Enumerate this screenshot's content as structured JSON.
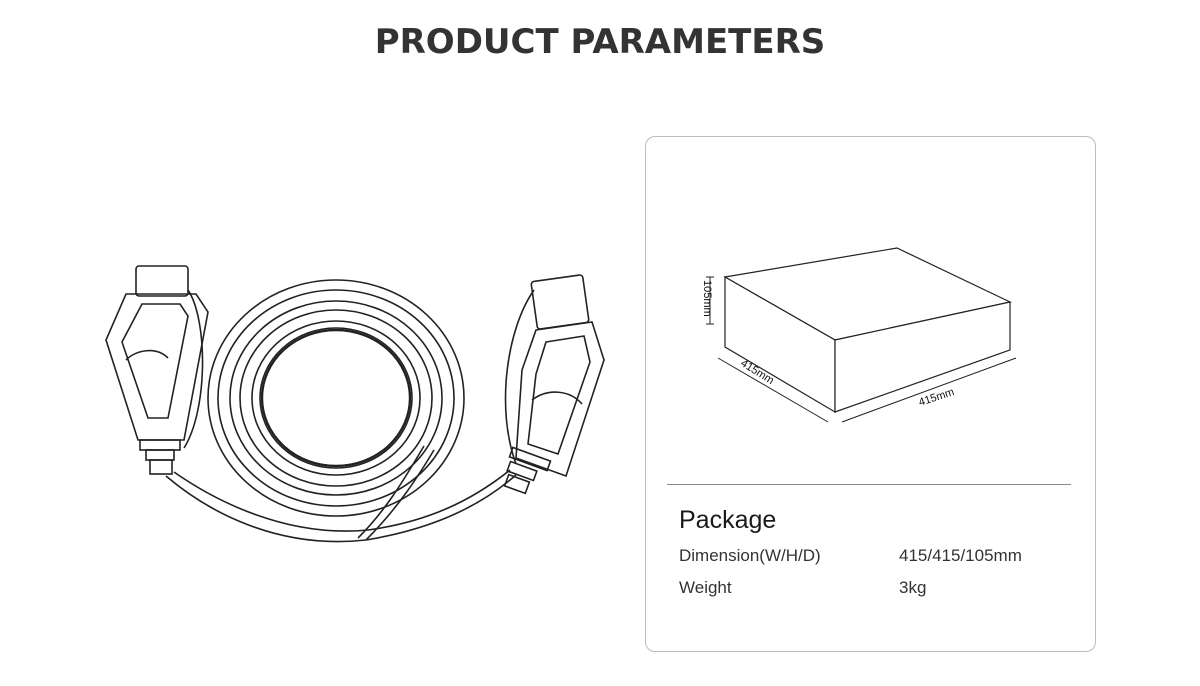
{
  "page": {
    "title": "PRODUCT PARAMETERS"
  },
  "box_dims": {
    "height_label": "105mm",
    "depth_label": "415mm",
    "width_label": "415mm"
  },
  "package": {
    "title": "Package",
    "rows": [
      {
        "label": "Dimension(W/H/D)",
        "value": "415/415/105mm"
      },
      {
        "label": "Weight",
        "value": "3kg"
      }
    ]
  }
}
